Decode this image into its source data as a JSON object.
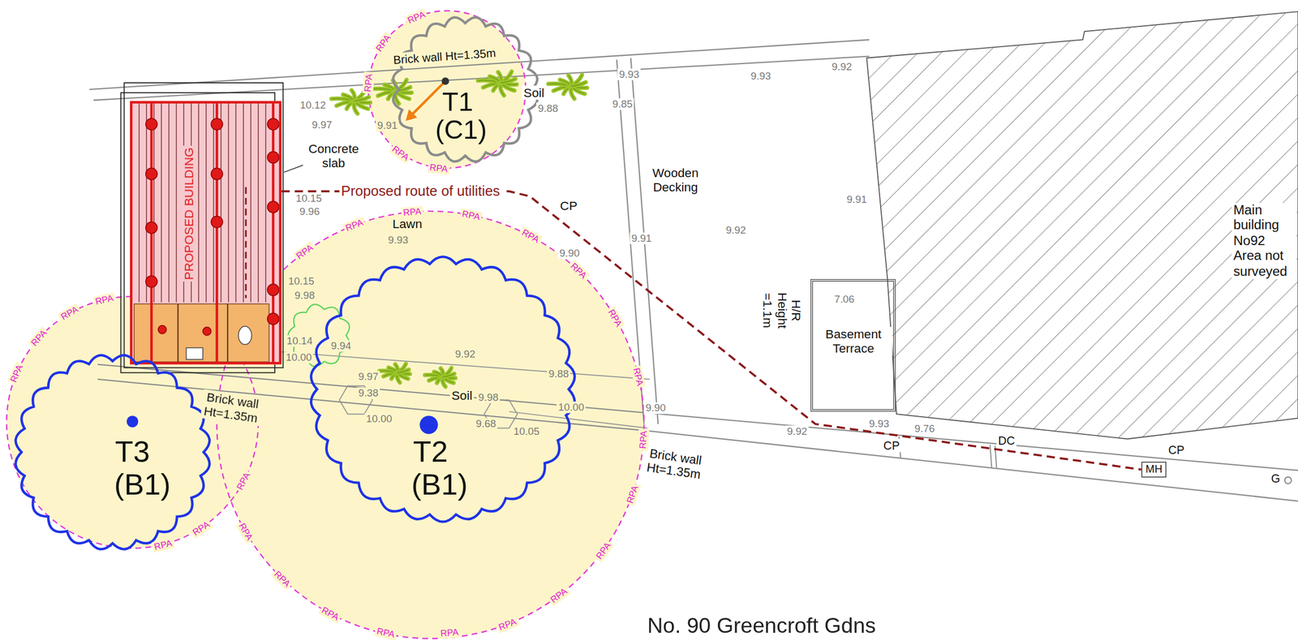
{
  "diagram": {
    "nodes": [
      {
        "text": [
          "T1",
          "(C1)"
        ]
      },
      {
        "text": [
          "PROPOSED BUILDING"
        ]
      },
      {
        "text": [
          "Main building No92 Area not surveyed"
        ]
      },
      {
        "text": [
          "Basement Terrace"
        ]
      },
      {
        "text": [
          "T3",
          "(B1)"
        ]
      },
      {
        "text": [
          "T2",
          "(B1)"
        ]
      },
      {
        "text": [
          "MH"
        ]
      }
    ],
    "edges": [
      {
        "from": 1,
        "to": 6,
        "arrow": "none",
        "label": "Proposed route of utilities"
      }
    ],
    "labels": [
      "Brick wall Ht=1.35m",
      "9.93",
      "9.93",
      "9.92",
      "10.12",
      "9.97",
      "9.91",
      "Soil",
      "9.88",
      "9.85",
      "Concrete slab",
      "10.15",
      "9.96",
      "Lawn",
      "9.93",
      "CP",
      "9.90",
      "Wooden Decking",
      "9.91",
      "9.92",
      "9.91",
      "H/R Height =1.1m",
      "7.06",
      "10.15",
      "9.98",
      "10.14",
      "10.00",
      "9.94",
      "9.92",
      "9.88",
      "9.97",
      "9.38",
      "Soil",
      "10.00",
      "9.98",
      "9.68",
      "10.05",
      "10.00",
      "9.90",
      "Brick wall Ht=1.35m",
      "Brick wall Ht=1.35m",
      "9.92",
      "9.93",
      "CP",
      "9.76",
      "DC",
      "CP",
      "G",
      "No. 90 Greencroft Gdns",
      "RPA",
      "RPA",
      "RPA",
      "RPA",
      "RPA",
      "RPA",
      "RPA",
      "RPA",
      "RPA",
      "RPA",
      "RPA",
      "RPA",
      "RPA",
      "RPA",
      "RPA",
      "RPA",
      "RPA",
      "RPA",
      "RPA",
      "RPA",
      "RPA",
      "RPA",
      "RPA",
      "RPA",
      "RPA",
      "RPA",
      "RPA",
      "RPA",
      "RPA",
      "RPA"
    ]
  }
}
